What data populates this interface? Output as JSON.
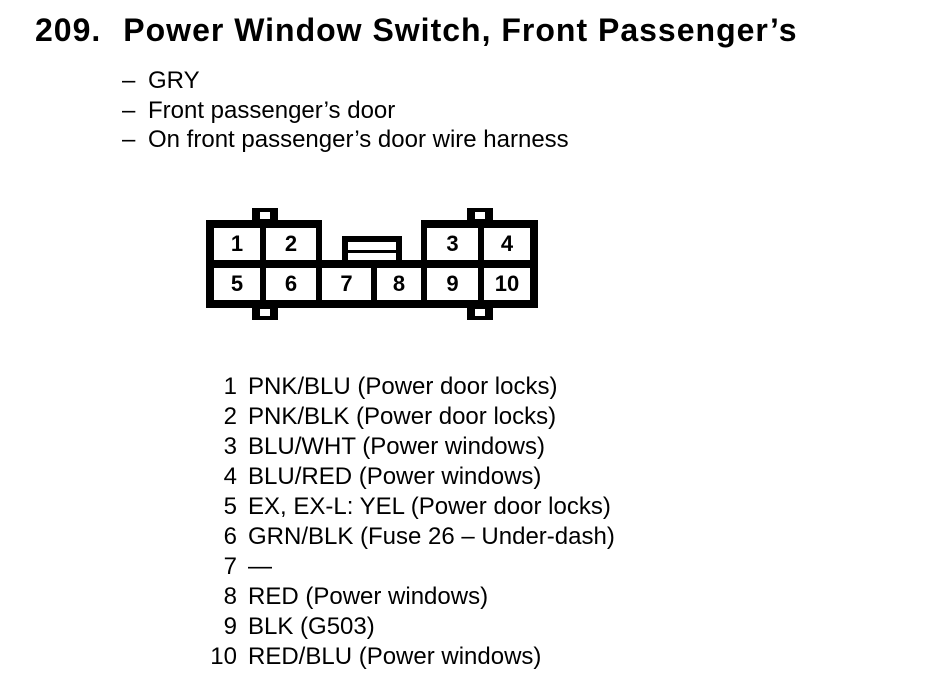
{
  "header": {
    "number": "209.",
    "title": "Power Window Switch, Front Passenger’s",
    "bullet": "–"
  },
  "details": [
    "GRY",
    "Front passenger’s door",
    "On front passenger’s door wire harness"
  ],
  "connector": {
    "cells": [
      "1",
      "2",
      "3",
      "4",
      "5",
      "6",
      "7",
      "8",
      "9",
      "10"
    ]
  },
  "pins": [
    {
      "num": "1",
      "desc": "PNK/BLU (Power door locks)"
    },
    {
      "num": "2",
      "desc": "PNK/BLK (Power door locks)"
    },
    {
      "num": "3",
      "desc": "BLU/WHT (Power windows)"
    },
    {
      "num": "4",
      "desc": "BLU/RED (Power windows)"
    },
    {
      "num": "5",
      "desc": "EX, EX-L: YEL (Power door locks)"
    },
    {
      "num": "6",
      "desc": "GRN/BLK (Fuse 26 – Under-dash)"
    },
    {
      "num": "7",
      "desc": "—"
    },
    {
      "num": "8",
      "desc": "RED (Power windows)"
    },
    {
      "num": "9",
      "desc": "BLK (G503)"
    },
    {
      "num": "10",
      "desc": "RED/BLU (Power windows)"
    }
  ],
  "colors": {
    "ink": "#000000",
    "paper": "#ffffff"
  }
}
